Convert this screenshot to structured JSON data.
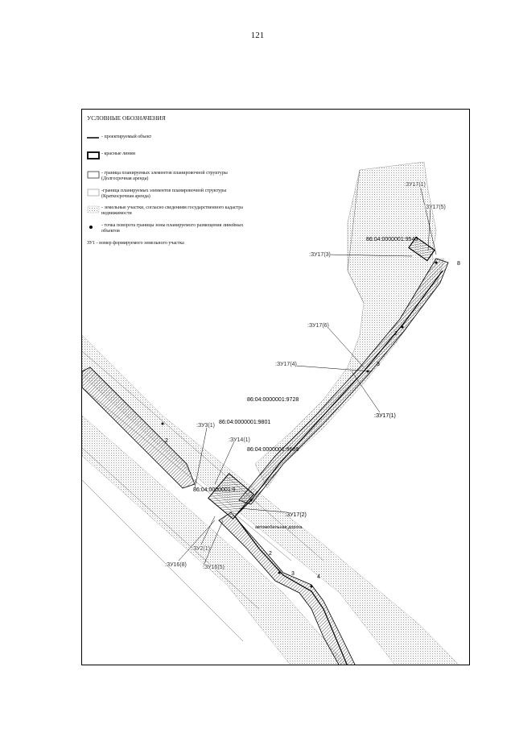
{
  "page_number": "121",
  "legend": {
    "title": "УСЛОВНЫЕ ОБОЗНАЧЕНИЯ",
    "items": [
      {
        "symbol": "line",
        "text": "- проектируемый объект"
      },
      {
        "symbol": "thick-box",
        "text": "- красные линии"
      },
      {
        "symbol": "box",
        "text": "- граница планируемых элементов планировочной структуры (Долгосрочная аренда)"
      },
      {
        "symbol": "box-light",
        "text": "-граница планируемых элементов планировочной структуры (Краткосрочная аренда)"
      },
      {
        "symbol": "dotted-box",
        "text": "- земельные участки, согласно сведениям государственного кадастра недвижимости"
      },
      {
        "symbol": "dot",
        "text": "- точка поворота границы зоны планируемого размещения линейных объектов"
      },
      {
        "symbol": "none",
        "text": "ЗУ1 - номер формируемого земельного участка"
      }
    ]
  },
  "map": {
    "cadastral_labels": [
      "86:04:0000001:9545",
      "86:04:0000001:9728",
      "86:04:0000001:9801",
      "86:04:0000001:9669",
      "86:04:0000001:9..."
    ],
    "parcel_labels": [
      ":ЗУ17(1)",
      ":ЗУ17(5)",
      ":ЗУ17(3)",
      ":ЗУ17(6)",
      ":ЗУ17(4)",
      ":ЗУ17(1)",
      ":ЗУ3(1)",
      ":ЗУ14(1)",
      ":ЗУ17(2)",
      ":ЗУ2(1)",
      ":ЗУ16(8)",
      ":ЗУ16(5)"
    ],
    "turn_points": [
      "8",
      "2",
      "3",
      "2",
      "1",
      "2",
      "4",
      "2",
      "3",
      "4",
      "1",
      "1"
    ],
    "road_note": "автомобильная дорога"
  }
}
